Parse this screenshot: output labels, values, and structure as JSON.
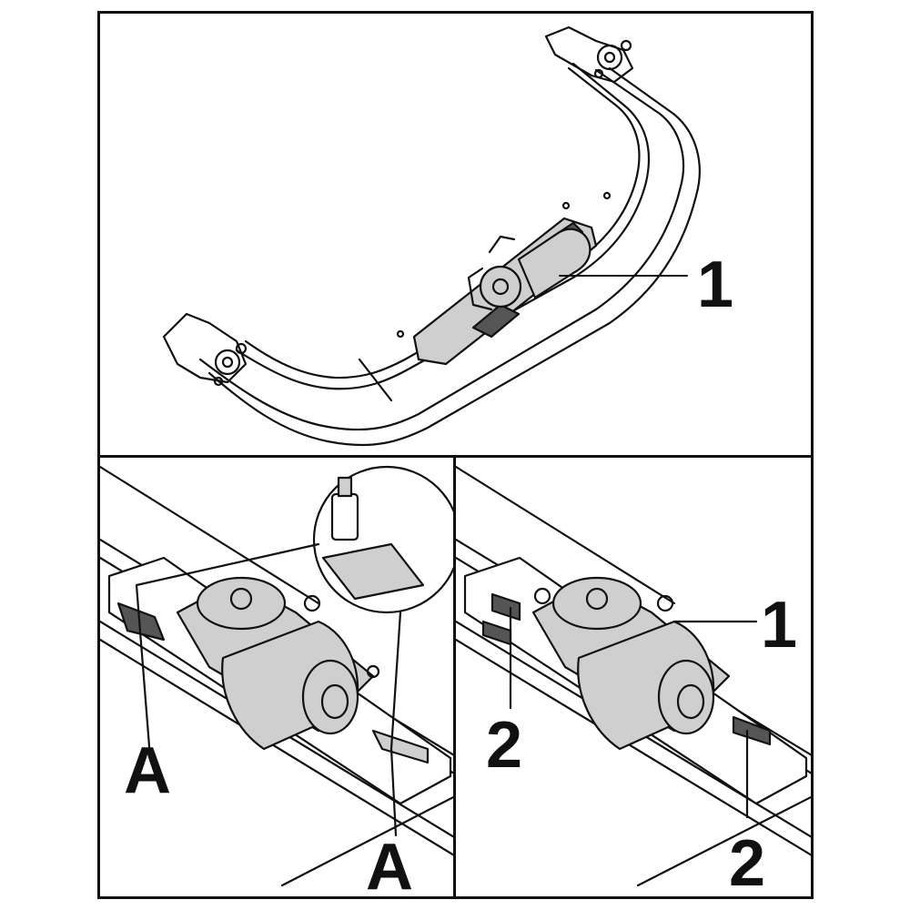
{
  "colors": {
    "line": "#111111",
    "part_fill": "#cfcfcf",
    "part_dark": "#555555",
    "background": "#ffffff"
  },
  "labels": {
    "top_part": "1",
    "left_marker_a_1": "A",
    "left_marker_a_2": "A",
    "right_part_1": "1",
    "right_marker_2_1": "2",
    "right_marker_2_2": "2"
  }
}
